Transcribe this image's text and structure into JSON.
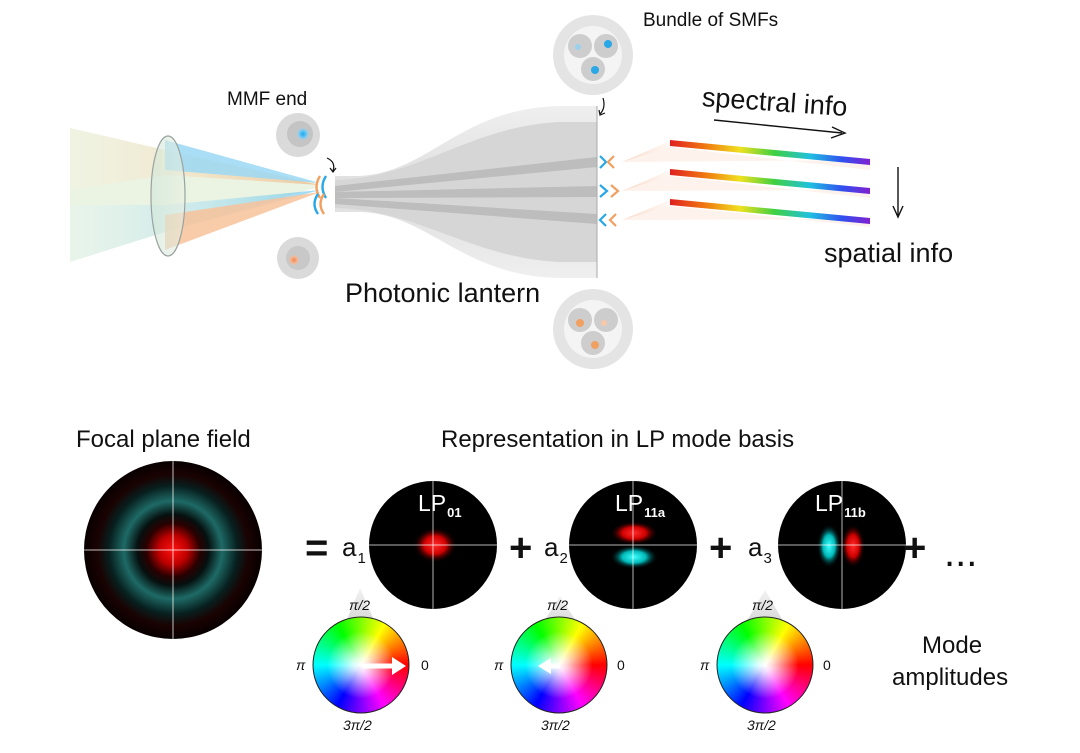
{
  "labels": {
    "mmf_end": "MMF end",
    "bundle": "Bundle of SMFs",
    "lantern": "Photonic lantern",
    "spectral": "spectral info",
    "spatial": "spatial info",
    "focal_field": "Focal plane field",
    "representation": "Representation in LP mode basis",
    "mode_amplitudes_1": "Mode",
    "mode_amplitudes_2": "amplitudes"
  },
  "equation": {
    "equals": "=",
    "plus": "+",
    "ellipsis": "...",
    "coefficients": [
      {
        "base": "a",
        "sub": "1"
      },
      {
        "base": "a",
        "sub": "2"
      },
      {
        "base": "a",
        "sub": "3"
      }
    ],
    "modes": [
      {
        "base": "LP",
        "sub": "01"
      },
      {
        "base": "LP",
        "sub": "11a"
      },
      {
        "base": "LP",
        "sub": "11b"
      }
    ]
  },
  "phase_wheel": {
    "top": "π/2",
    "left": "π",
    "right": "0",
    "bottom": "3π/2"
  },
  "colors": {
    "core_blue": "#2aa7e6",
    "core_orange": "#f0a060",
    "mode_red": "#ff1a1a",
    "mode_cyan": "#18e0e0",
    "ring_teal": "#1d6f6a"
  }
}
